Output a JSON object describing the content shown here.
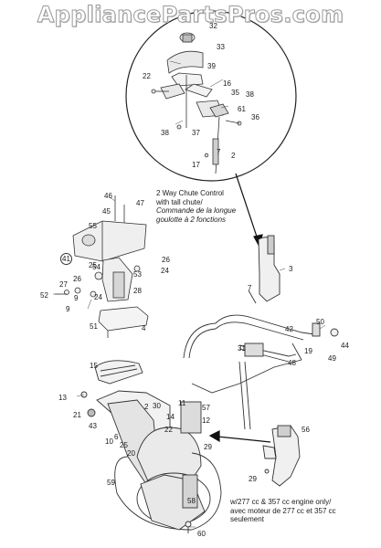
{
  "watermark": "AppliancePartsPros.com",
  "note_chute": {
    "line1": "2 Way Chute Control",
    "line2": "with tall chute/",
    "line3": "Commande de la longue",
    "line4": "goulotte à 2 fonctions"
  },
  "note_engine": {
    "line1": "w/277 cc & 357 cc engine only/",
    "line2": "avec moteur de 277 cc et 357 cc",
    "line3": "seulement"
  },
  "callouts": {
    "c32": "32",
    "c33": "33",
    "c39": "39",
    "c22a": "22",
    "c16": "16",
    "c35": "35",
    "c38a": "38",
    "c38b": "38",
    "c37": "37",
    "c61": "61",
    "c36": "36",
    "c7a": "7",
    "c17": "17",
    "c2a": "2",
    "c46": "46",
    "c47": "47",
    "c45": "45",
    "c55": "55",
    "c41": "41",
    "c25": "25",
    "c26a": "26",
    "c24a": "24",
    "c54": "54",
    "c53": "53",
    "c28": "28",
    "c27": "27",
    "c26b": "26",
    "c52": "52",
    "c9a": "9",
    "c24b": "24",
    "c9b": "9",
    "c51": "51",
    "c4": "4",
    "c3": "3",
    "c7b": "7",
    "c42": "42",
    "c50": "50",
    "c19": "19",
    "c44": "44",
    "c49": "49",
    "c48": "48",
    "c31": "31",
    "c15": "15",
    "c13": "13",
    "c21": "21",
    "c43": "43",
    "c2b": "2",
    "c30": "30",
    "c11": "11",
    "c57": "57",
    "c14": "14",
    "c12": "12",
    "c22b": "22",
    "c10": "10",
    "c6": "6",
    "c20": "20",
    "c25b": "25",
    "c29a": "29",
    "c56": "56",
    "c29b": "29",
    "c59": "59",
    "c58": "58",
    "c60": "60"
  }
}
